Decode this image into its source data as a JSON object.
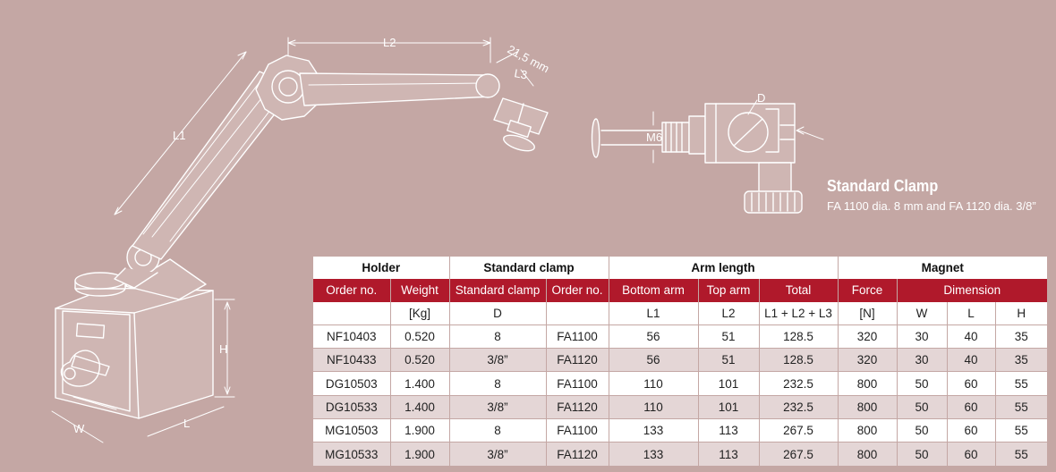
{
  "drawing_labels": {
    "l1": "L1",
    "l2": "L2",
    "l3": "L3",
    "dim_215": "21,5 mm",
    "h": "H",
    "w": "W",
    "l": "L",
    "d": "D",
    "m6": "M6"
  },
  "clamp": {
    "title": "Standard Clamp",
    "subtitle": "FA 1100 dia. 8 mm and FA 1120 dia. 3/8”"
  },
  "table": {
    "groups": [
      "Holder",
      "Standard clamp",
      "Arm length",
      "Magnet"
    ],
    "columns": [
      "Order no.",
      "Weight",
      "Standard clamp",
      "Order no.",
      "Bottom arm",
      "Top arm",
      "Total",
      "Force",
      "Dimension"
    ],
    "units": [
      "",
      "[Kg]",
      "D",
      "",
      "L1",
      "L2",
      "L1 + L2 + L3",
      "[N]",
      "W",
      "L",
      "H"
    ],
    "rows": [
      [
        "NF10403",
        "0.520",
        "8",
        "FA1100",
        "56",
        "51",
        "128.5",
        "320",
        "30",
        "40",
        "35"
      ],
      [
        "NF10433",
        "0.520",
        "3/8”",
        "FA1120",
        "56",
        "51",
        "128.5",
        "320",
        "30",
        "40",
        "35"
      ],
      [
        "DG10503",
        "1.400",
        "8",
        "FA1100",
        "110",
        "101",
        "232.5",
        "800",
        "50",
        "60",
        "55"
      ],
      [
        "DG10533",
        "1.400",
        "3/8”",
        "FA1120",
        "110",
        "101",
        "232.5",
        "800",
        "50",
        "60",
        "55"
      ],
      [
        "MG10503",
        "1.900",
        "8",
        "FA1100",
        "133",
        "113",
        "267.5",
        "800",
        "50",
        "60",
        "55"
      ],
      [
        "MG10533",
        "1.900",
        "3/8”",
        "FA1120",
        "133",
        "113",
        "267.5",
        "800",
        "50",
        "60",
        "55"
      ]
    ]
  },
  "colors": {
    "background": "#c4a7a4",
    "header_red": "#b0192b",
    "row_alt": "#e4d6d6"
  }
}
